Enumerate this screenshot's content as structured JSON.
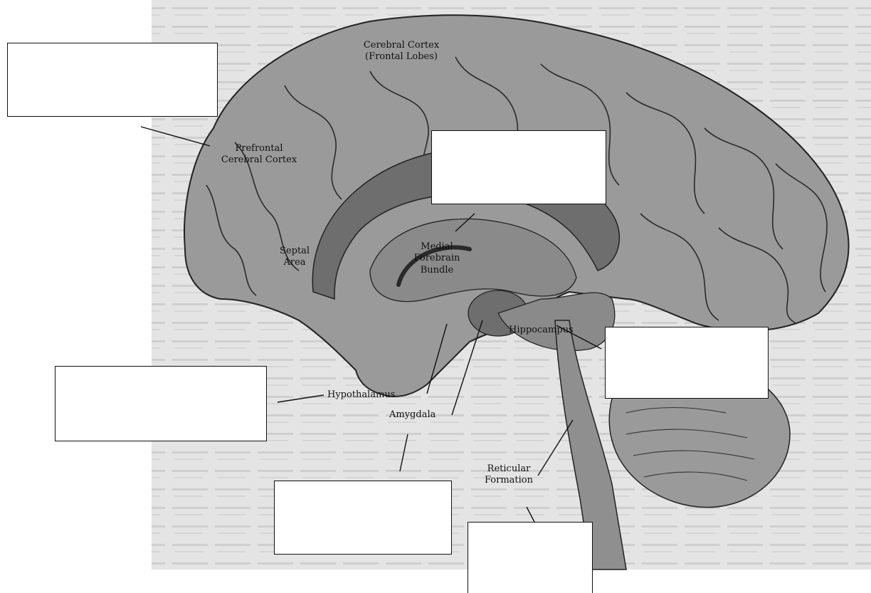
{
  "labels": {
    "cerebral_cortex_line1": "Cerebral Cortex",
    "cerebral_cortex_line2": "(Frontal Lobes)",
    "prefrontal_line1": "Prefrontal",
    "prefrontal_line2": "Cerebral Cortex",
    "septal_line1": "Septal",
    "septal_line2": "Area",
    "mfb_line1": "Medial",
    "mfb_line2": "Forebrain",
    "mfb_line3": "Bundle",
    "hippocampus": "Hippocampus",
    "hypothalamus": "Hypothalamus",
    "amygdala": "Amygdala",
    "reticular_line1": "Reticular",
    "reticular_line2": "Formation"
  },
  "answer_boxes": [
    {
      "id": "top-left",
      "value": ""
    },
    {
      "id": "center-top",
      "value": ""
    },
    {
      "id": "right",
      "value": ""
    },
    {
      "id": "left",
      "value": ""
    },
    {
      "id": "bottom-center",
      "value": ""
    },
    {
      "id": "bottom-right",
      "value": ""
    }
  ],
  "colors": {
    "brain_fill": "#9c9c9c",
    "brain_dark": "#6f6f6f",
    "background_page": "#e6e6e6",
    "stroke": "#222222"
  }
}
